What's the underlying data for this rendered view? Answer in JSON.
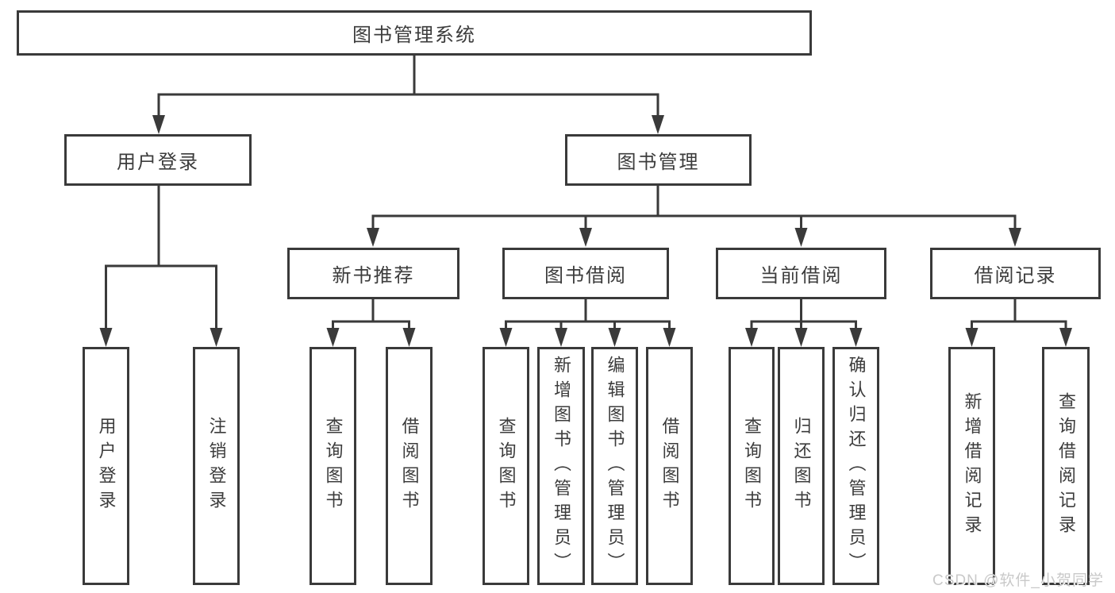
{
  "colors": {
    "line": "#3a3a3a",
    "text": "#3c3c3c",
    "watermark": "#c9c9c9"
  },
  "tree": {
    "label": "图书管理系统",
    "children": [
      {
        "label": "用户登录",
        "children": [
          {
            "label": "用户登录"
          },
          {
            "label": "注销登录"
          }
        ]
      },
      {
        "label": "图书管理",
        "children": [
          {
            "label": "新书推荐",
            "children": [
              {
                "label": "查询图书"
              },
              {
                "label": "借阅图书"
              }
            ]
          },
          {
            "label": "图书借阅",
            "children": [
              {
                "label": "查询图书"
              },
              {
                "label": "新增图书（管理员）"
              },
              {
                "label": "编辑图书（管理员）"
              },
              {
                "label": "借阅图书"
              }
            ]
          },
          {
            "label": "当前借阅",
            "children": [
              {
                "label": "查询图书"
              },
              {
                "label": "归还图书"
              },
              {
                "label": "确认归还（管理员）"
              }
            ]
          },
          {
            "label": "借阅记录",
            "children": [
              {
                "label": "新增借阅记录"
              },
              {
                "label": "查询借阅记录"
              }
            ]
          }
        ]
      }
    ]
  },
  "watermark": {
    "text": "CSDN @软件_小贺同学"
  }
}
